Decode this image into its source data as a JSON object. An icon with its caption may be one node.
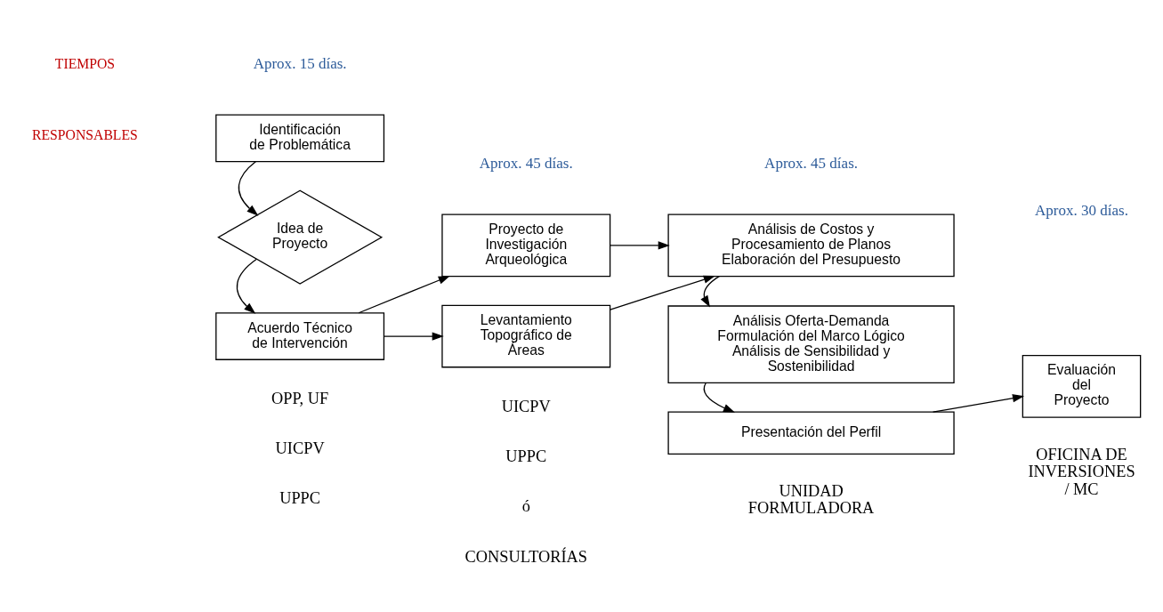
{
  "diagram": {
    "nodes": [
      {
        "text": [
          "Identificación de Problemática"
        ]
      },
      {
        "text": [
          "Idea de Proyecto"
        ]
      },
      {
        "text": [
          "Acuerdo Técnico de Intervención"
        ]
      },
      {
        "text": [
          "Proyecto de Investigación Arqueológica"
        ]
      },
      {
        "text": [
          "Levantamiento Topográfico de Áreas"
        ]
      },
      {
        "text": [
          "Análisis de Costos y Procesamiento de Planos Elaboración del Presupuesto"
        ]
      },
      {
        "text": [
          "Análisis Oferta-Demanda Formulación del Marco Lógico Análisis de Sensibilidad y Sostenibilidad"
        ]
      },
      {
        "text": [
          "Presentación del Perfil"
        ]
      },
      {
        "text": [
          "Evaluación del Proyecto"
        ]
      }
    ],
    "edges": [
      {
        "from": 0,
        "to": 1,
        "arrow": "to"
      },
      {
        "from": 1,
        "to": 2,
        "arrow": "to"
      },
      {
        "from": 2,
        "to": 3,
        "arrow": "to"
      },
      {
        "from": 2,
        "to": 4,
        "arrow": "to"
      },
      {
        "from": 3,
        "to": 5,
        "arrow": "to"
      },
      {
        "from": 4,
        "to": 5,
        "arrow": "to"
      },
      {
        "from": 5,
        "to": 6,
        "arrow": "to"
      },
      {
        "from": 6,
        "to": 7,
        "arrow": "to"
      },
      {
        "from": 7,
        "to": 8,
        "arrow": "to"
      }
    ],
    "labels": [
      "TIEMPOS",
      "Aprox. 15 días.",
      "Aprox. 45 días.",
      "Aprox. 45 días.",
      "Aprox. 30 días.",
      "RESPONSABLES",
      "OPP, UF",
      "UICPV",
      "UPPC",
      "UICPV",
      "UPPC",
      "ó",
      "CONSULTORÍAS",
      "UNIDAD FORMULADORA",
      "OFICINA DE INVERSIONES / MC"
    ]
  }
}
